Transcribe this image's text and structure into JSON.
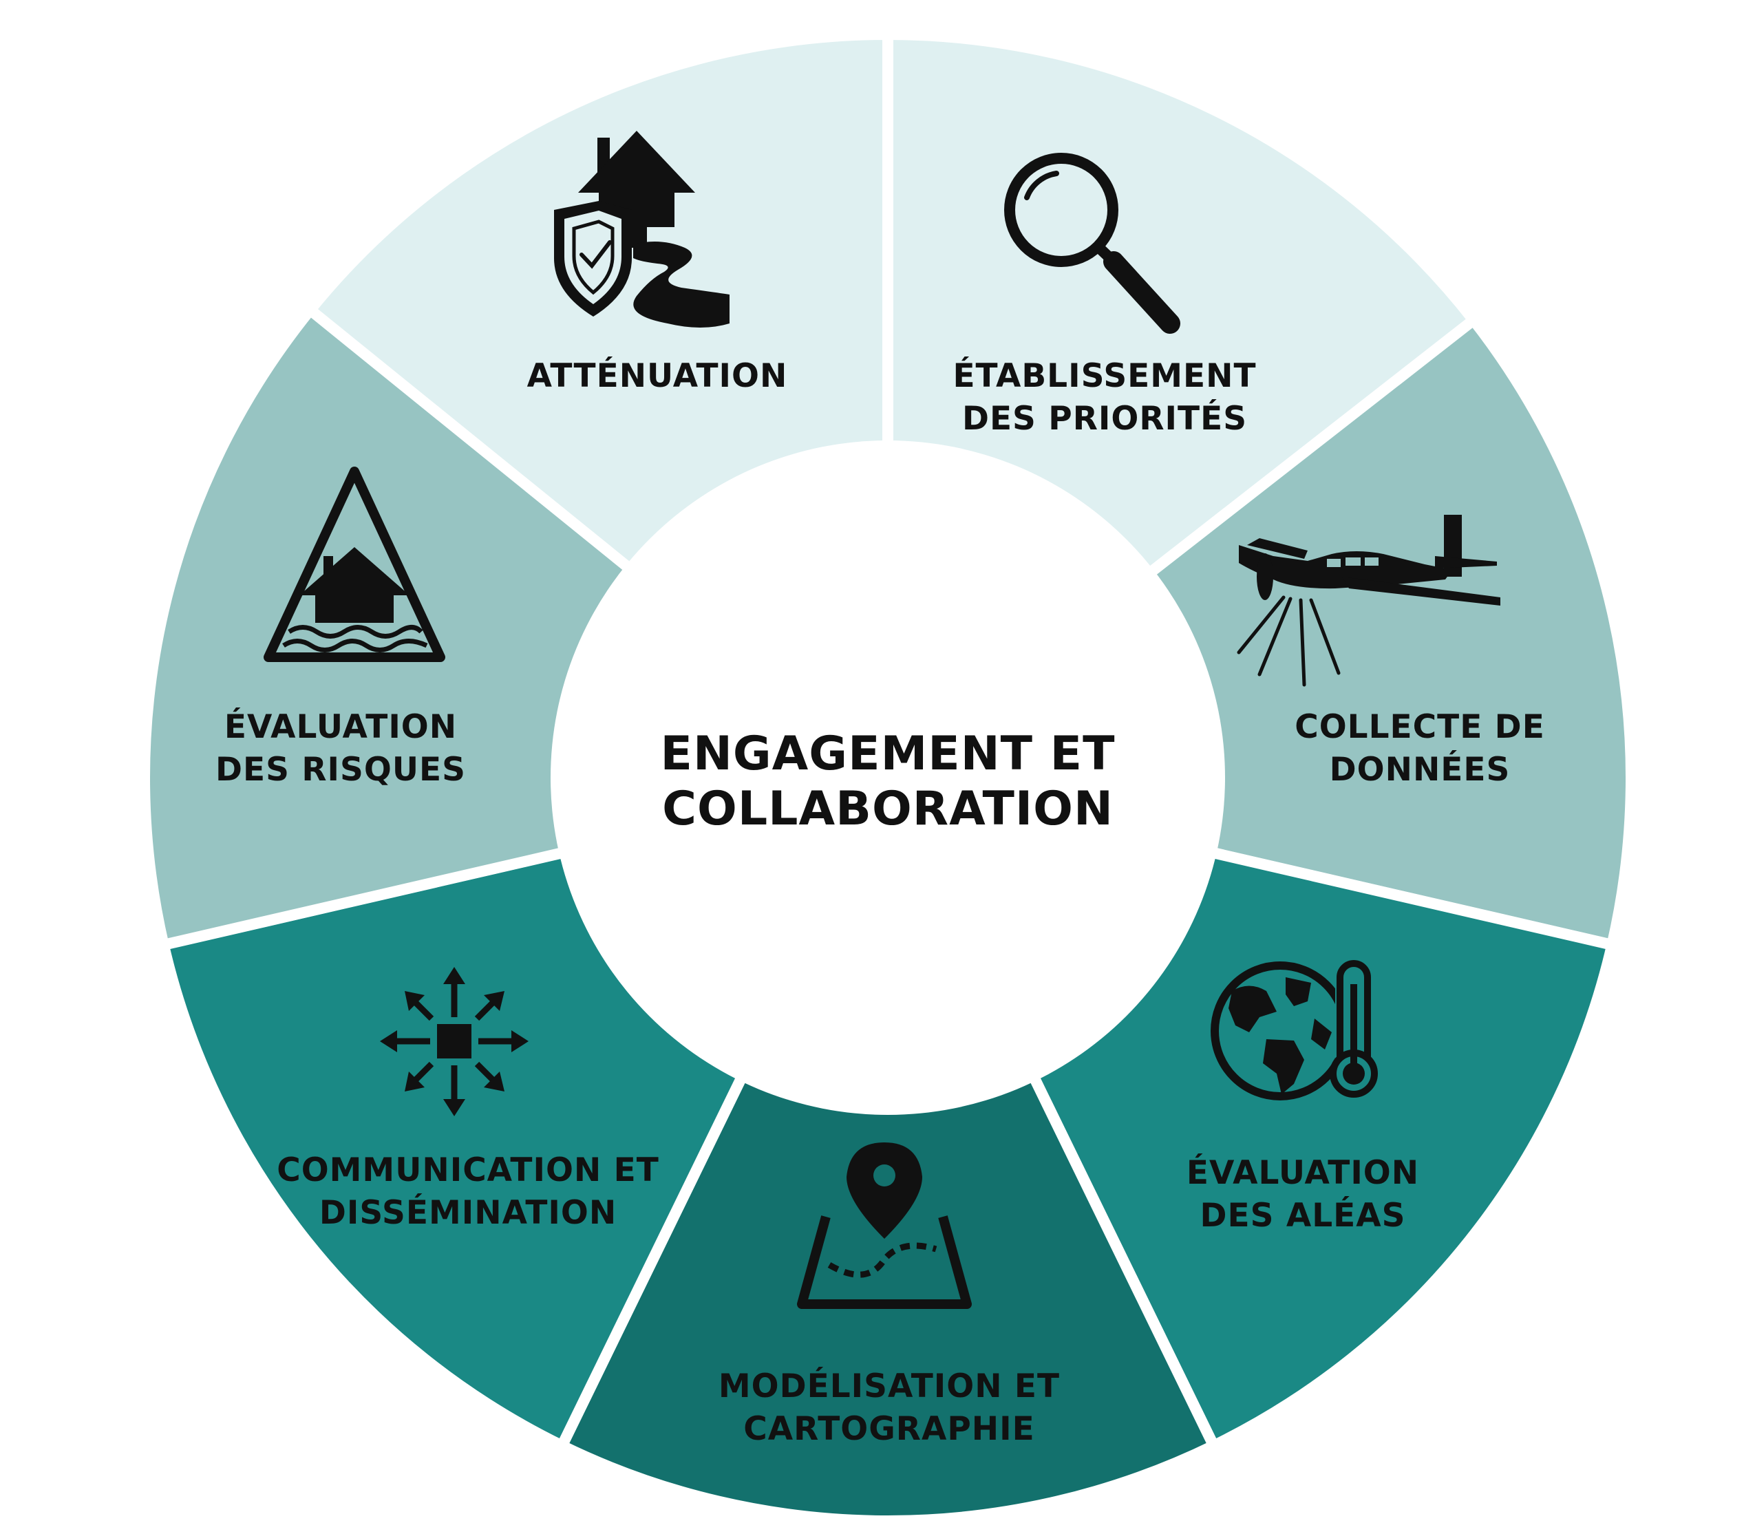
{
  "center": {
    "line1": "ENGAGEMENT ET",
    "line2": "COLLABORATION"
  },
  "colors": {
    "light": "#dff0f1",
    "medium": "#97c4c2",
    "teal": "#1a8985",
    "dark": "#13716d",
    "center": "#ffffff",
    "text": "#111111"
  },
  "segments": [
    {
      "id": "attenuation",
      "lines": [
        "ATTÉNUATION"
      ],
      "icon": "house-shield-road-icon",
      "color": "light"
    },
    {
      "id": "priorites",
      "lines": [
        "ÉTABLISSEMENT",
        "DES PRIORITÉS"
      ],
      "icon": "magnifying-glass-icon",
      "color": "light"
    },
    {
      "id": "collecte",
      "lines": [
        "COLLECTE DE",
        "DONNÉES"
      ],
      "icon": "survey-airplane-icon",
      "color": "medium"
    },
    {
      "id": "aleas",
      "lines": [
        "ÉVALUATION",
        "DES ALÉAS"
      ],
      "icon": "globe-thermometer-icon",
      "color": "teal"
    },
    {
      "id": "modelisation",
      "lines": [
        "MODÉLISATION ET",
        "CARTOGRAPHIE"
      ],
      "icon": "map-pin-icon",
      "color": "dark"
    },
    {
      "id": "communication",
      "lines": [
        "COMMUNICATION ET",
        "DISSÉMINATION"
      ],
      "icon": "dissemination-arrows-icon",
      "color": "teal"
    },
    {
      "id": "risques",
      "lines": [
        "ÉVALUATION",
        "DES RISQUES"
      ],
      "icon": "flood-warning-icon",
      "color": "medium"
    }
  ]
}
